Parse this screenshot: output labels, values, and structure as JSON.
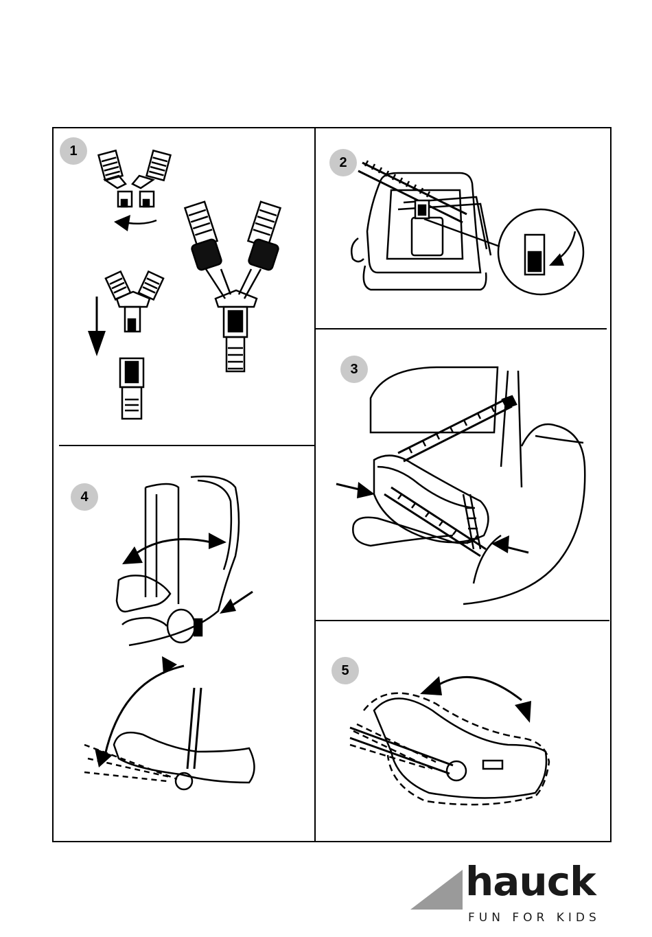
{
  "steps": [
    {
      "number": "1",
      "name": "buckle-assembly"
    },
    {
      "number": "2",
      "name": "belt-clip"
    },
    {
      "number": "3",
      "name": "car-seat-installation"
    },
    {
      "number": "4",
      "name": "handle-adjustment"
    },
    {
      "number": "5",
      "name": "rocking-motion"
    }
  ],
  "brand": {
    "name": "hauck",
    "tagline": "FUN FOR KIDS",
    "logo_color": "#1a1a1a",
    "triangle_color": "#9a9a9a"
  },
  "colors": {
    "badge": "#c9c9c9",
    "line": "#000000",
    "background": "#ffffff"
  }
}
